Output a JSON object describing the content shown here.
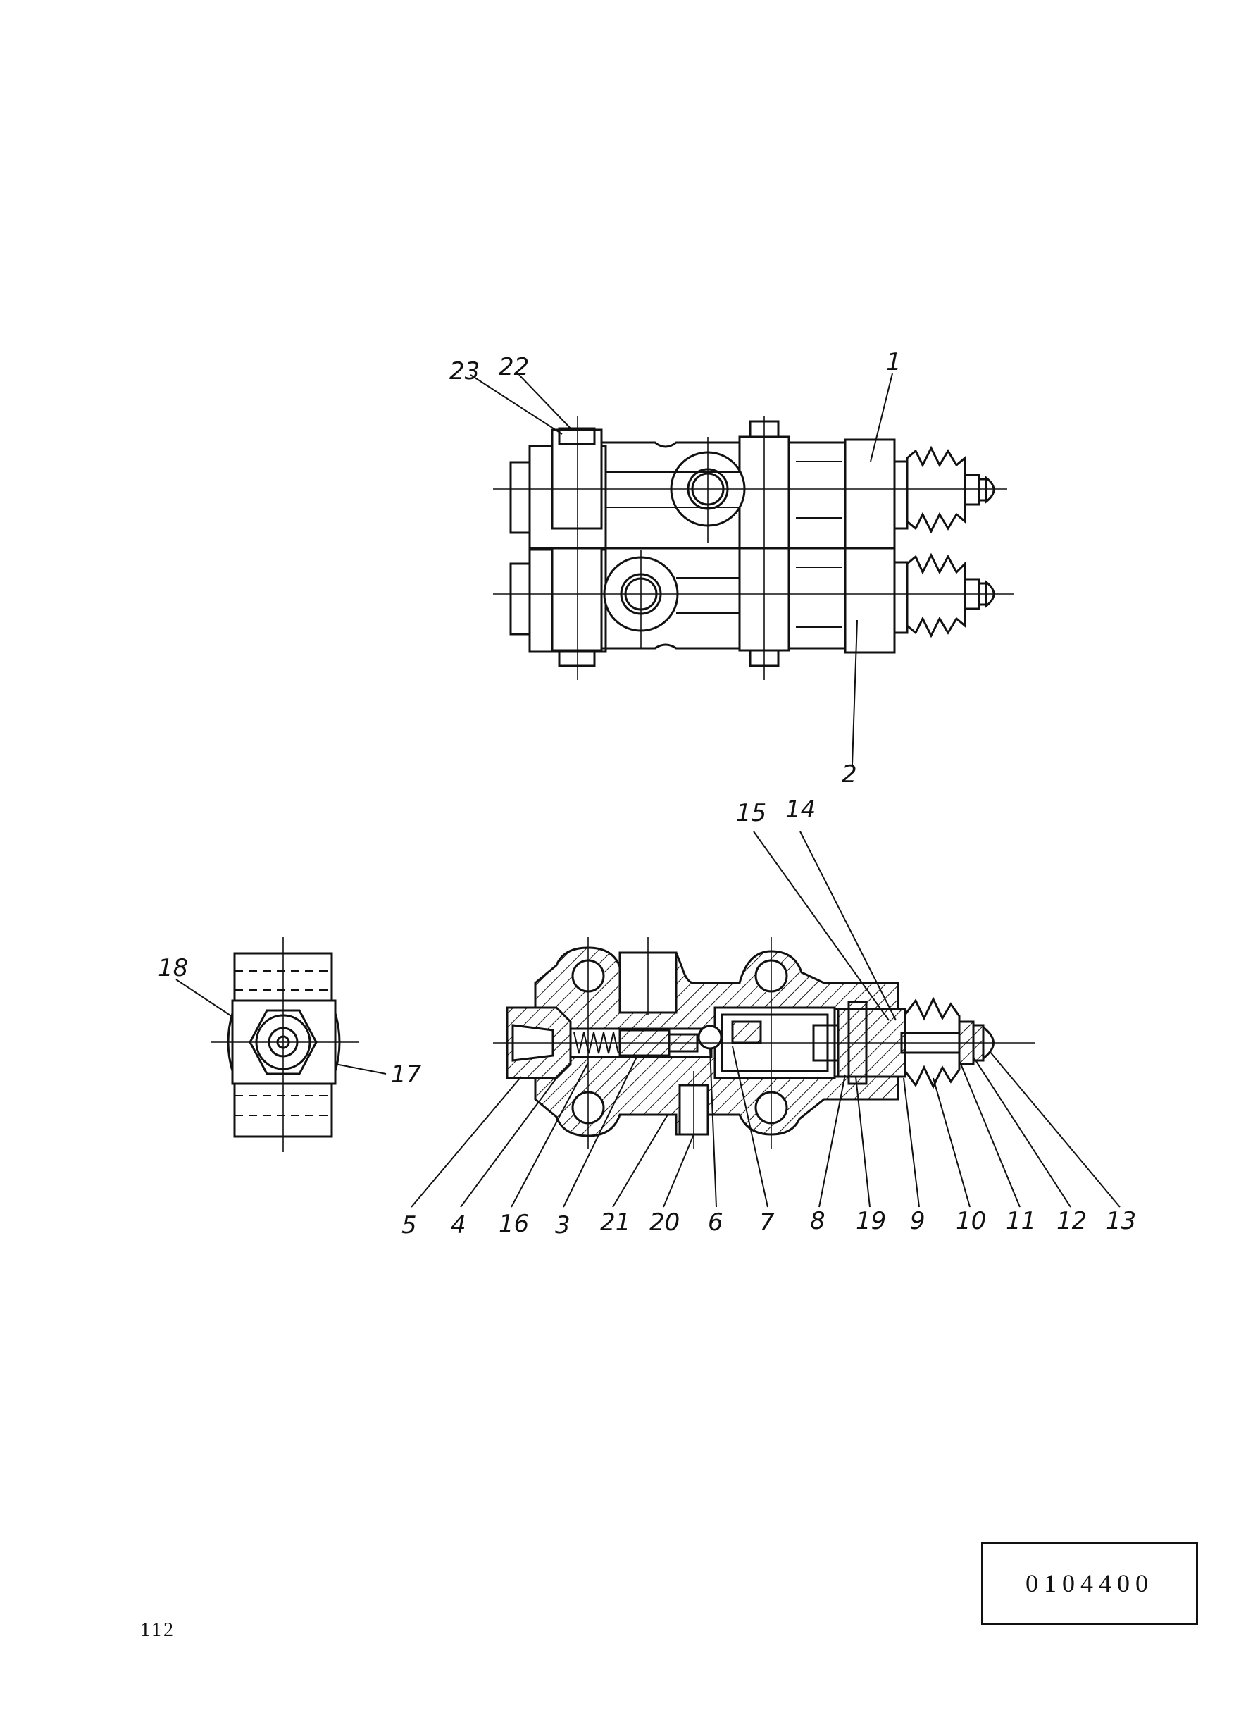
{
  "document": {
    "page_number": "112",
    "drawing_code": "0104400"
  },
  "callouts": {
    "top_view": {
      "c1": "1",
      "c2": "2",
      "c22": "22",
      "c23": "23"
    },
    "end_view": {
      "c17": "17",
      "c18": "18"
    },
    "section_view": {
      "c3": "3",
      "c4": "4",
      "c5": "5",
      "c6": "6",
      "c7": "7",
      "c8": "8",
      "c9": "9",
      "c10": "10",
      "c11": "11",
      "c12": "12",
      "c13": "13",
      "c14": "14",
      "c15": "15",
      "c16": "16",
      "c19": "19",
      "c20": "20",
      "c21": "21"
    }
  }
}
